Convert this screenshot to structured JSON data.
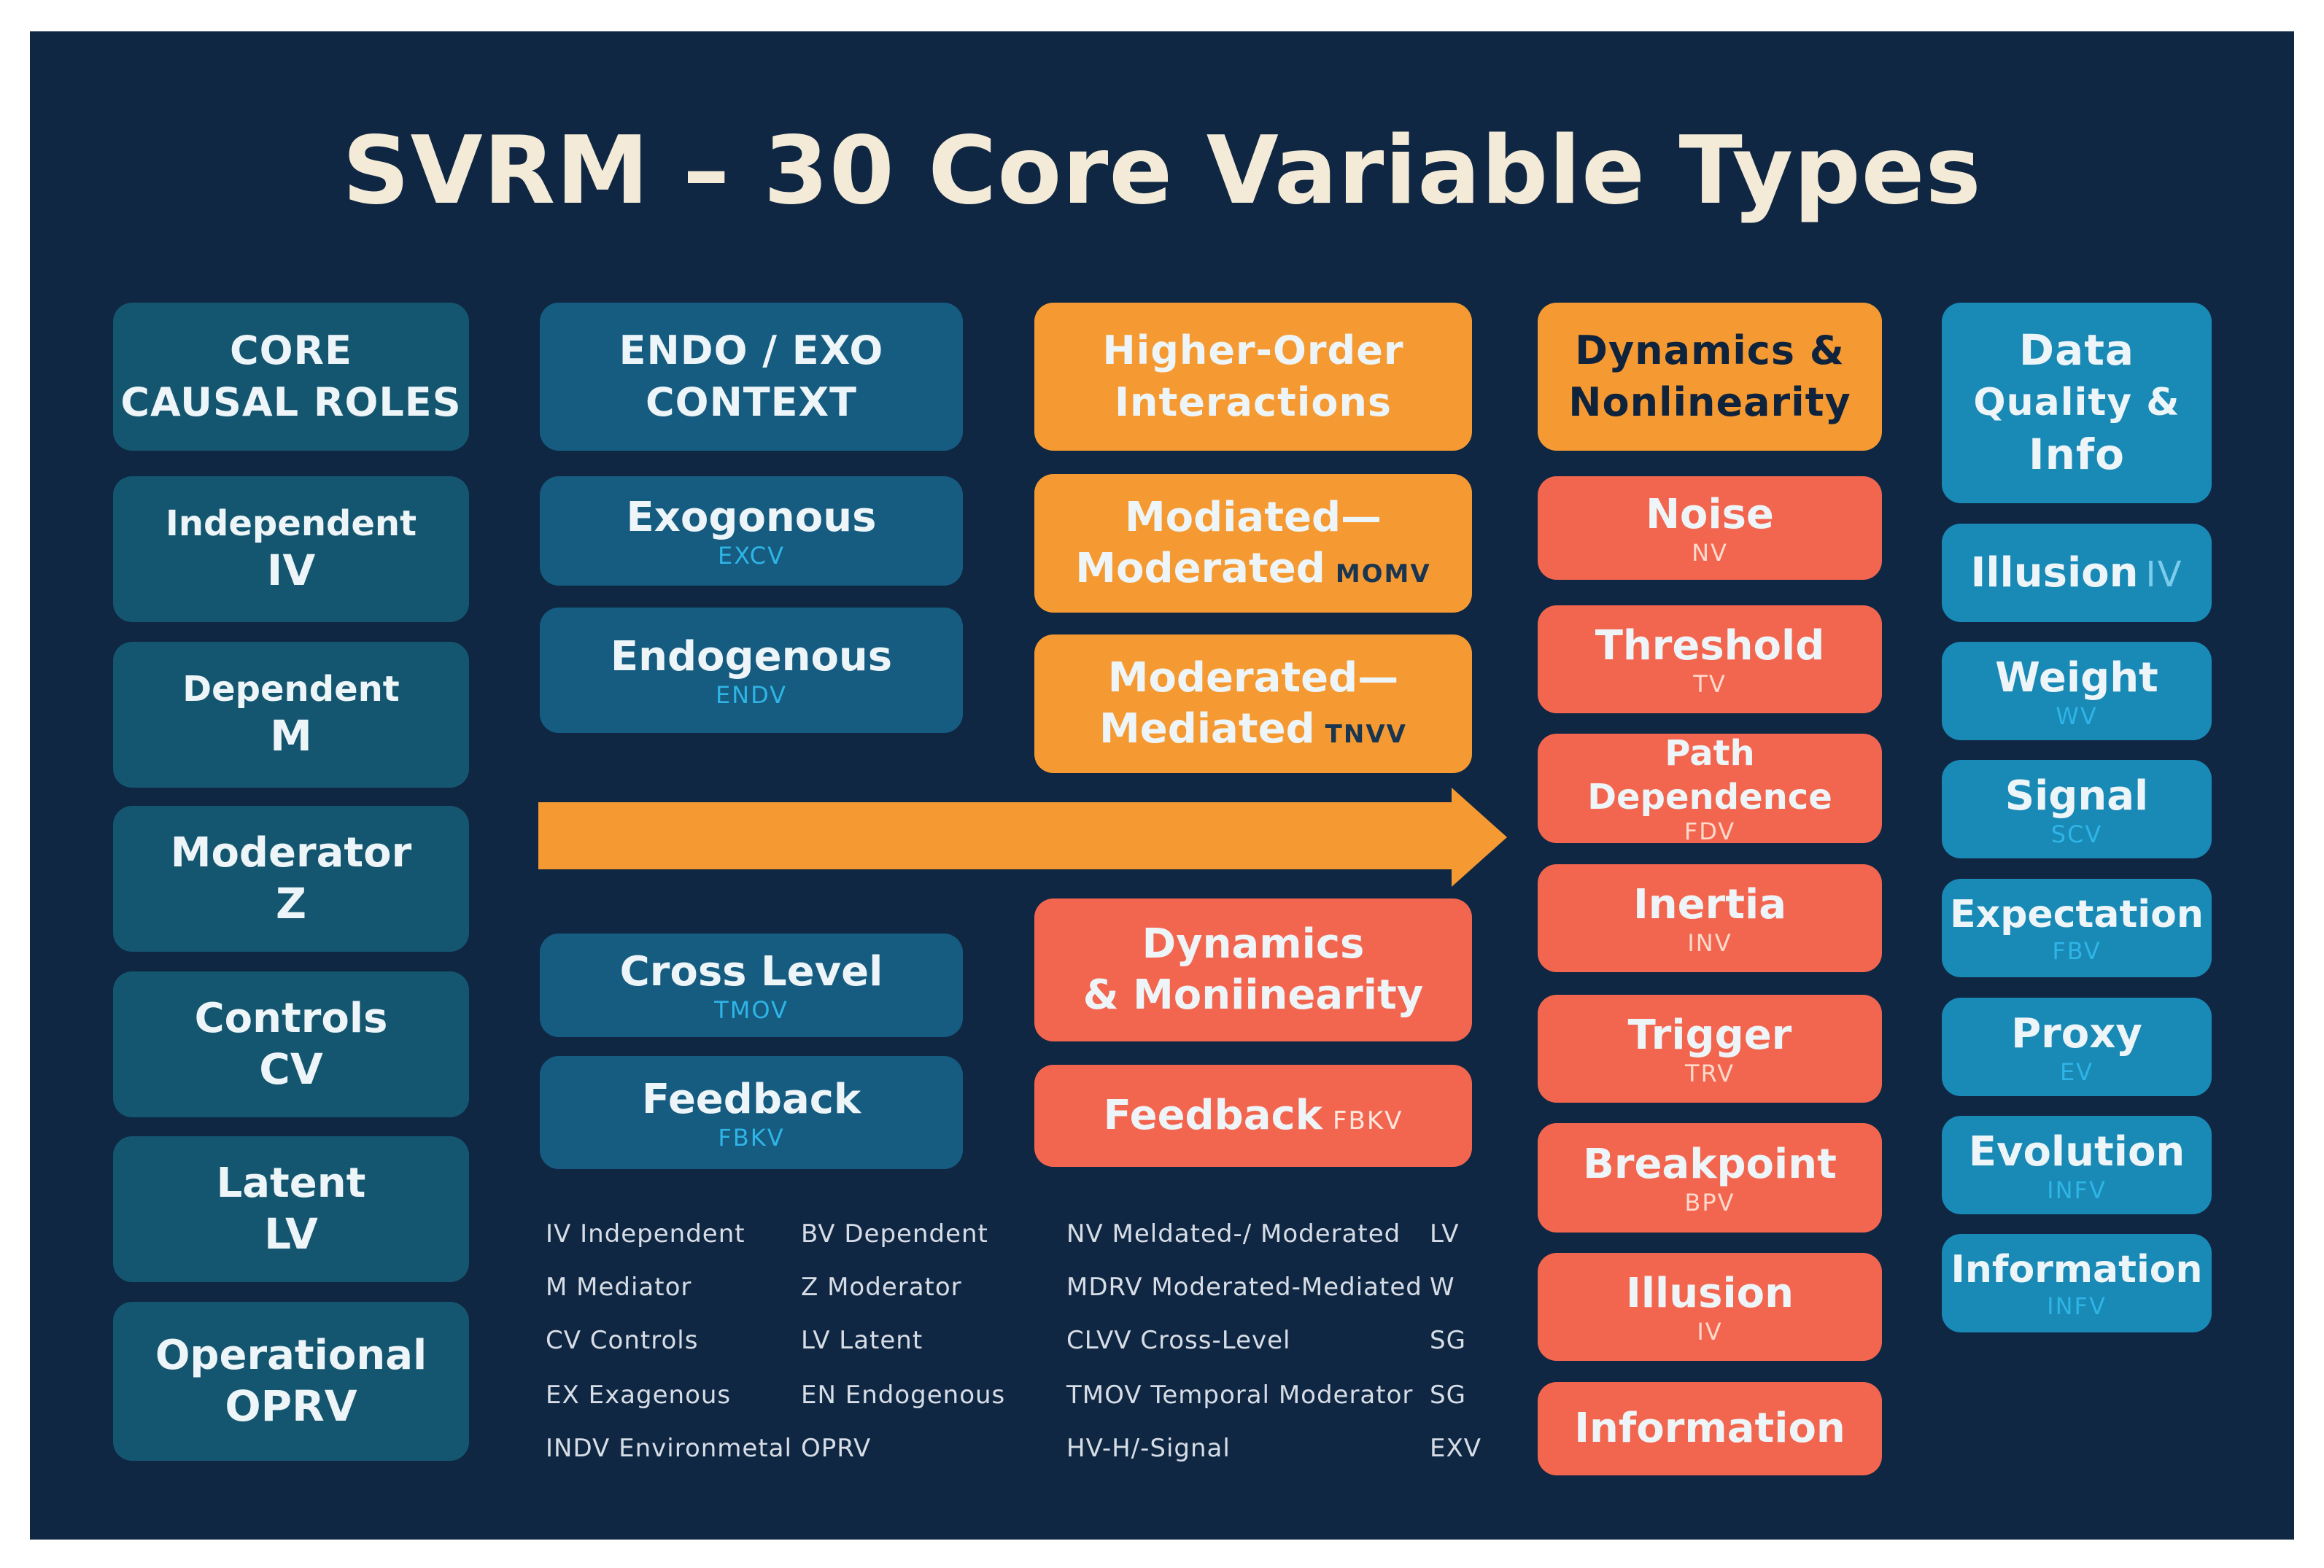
{
  "title": "SVRM – 30 Core Variable Types",
  "colors": {
    "background": "#0f2742",
    "core_teal": "#14566f",
    "endo_blue": "#155c80",
    "orange": "#f59a32",
    "coral": "#f2664f",
    "cyan": "#1989b6",
    "arrow": "#f59a32"
  },
  "col1": {
    "header": [
      "CORE",
      "CAUSAL ROLES"
    ],
    "items": [
      {
        "name": "Independent",
        "abbr": "IV"
      },
      {
        "name": "Dependent",
        "abbr": "M"
      },
      {
        "name": "Moderator",
        "abbr": "Z"
      },
      {
        "name": "Controls",
        "abbr": "CV"
      },
      {
        "name": "Latent",
        "abbr": "LV"
      },
      {
        "name": "Operational",
        "abbr": "OPRV"
      }
    ]
  },
  "col2": {
    "header": [
      "ENDO / EXO",
      "CONTEXT"
    ],
    "items": [
      {
        "name": "Exogonous",
        "abbr": "EXCV"
      },
      {
        "name": "Endogenous",
        "abbr": "ENDV"
      },
      {
        "name": "Cross Level",
        "abbr": "TMOV"
      },
      {
        "name": "Feedback",
        "abbr": "FBKV"
      }
    ]
  },
  "col3": {
    "header": [
      "Higher-Order",
      "Interactions"
    ],
    "items": [
      {
        "lines": [
          "Modiated—",
          "Moderated"
        ],
        "abbr": "MOMV"
      },
      {
        "lines": [
          "Moderated—",
          "Mediated"
        ],
        "abbr": "TNVV"
      },
      {
        "lines": [
          "Dynamics",
          "& Moniinearity"
        ],
        "abbr": ""
      },
      {
        "lines": [
          "Feedback"
        ],
        "abbr": "FBKV"
      }
    ]
  },
  "col4": {
    "header": [
      "Dynamics &",
      "Nonlinearity"
    ],
    "items": [
      {
        "name": "Noise",
        "abbr": "NV"
      },
      {
        "name": "Threshold",
        "abbr": "TV"
      },
      {
        "name": "Path Dependence",
        "abbr": "FDV"
      },
      {
        "name": "Inertia",
        "abbr": "INV"
      },
      {
        "name": "Trigger",
        "abbr": "TRV"
      },
      {
        "name": "Breakpoint",
        "abbr": "BPV"
      },
      {
        "name": "Illusion",
        "abbr": "IV"
      },
      {
        "name": "Information",
        "abbr": ""
      }
    ]
  },
  "col5": {
    "header": [
      "Data",
      "Quality &",
      "Info"
    ],
    "items": [
      {
        "name": "Illusion",
        "abbr": "IV"
      },
      {
        "name": "Weight",
        "abbr": "WV"
      },
      {
        "name": "Signal",
        "abbr": "SCV"
      },
      {
        "name": "Expectation",
        "abbr": "FBV"
      },
      {
        "name": "Proxy",
        "abbr": "EV"
      },
      {
        "name": "Evolution",
        "abbr": "INFV"
      },
      {
        "name": "Information",
        "abbr": "INFV"
      }
    ]
  },
  "legend": {
    "colA": [
      "IV  Independent",
      "M   Mediator",
      "CV  Controls",
      "EX  Exagenous",
      "INDV Environmetal"
    ],
    "colB": [
      "BV  Dependent",
      "Z   Moderator",
      "LV  Latent",
      "EN  Endogenous",
      "OPRV"
    ],
    "colC": [
      "NV  Meldated-/ Moderated",
      "MDRV Moderated-Mediated",
      "CLVV Cross-Level",
      "TMOV Temporal Moderator",
      "HV-H/-Signal"
    ],
    "colD": [
      "LV",
      "W",
      "SG",
      "SG",
      "EXV"
    ]
  }
}
